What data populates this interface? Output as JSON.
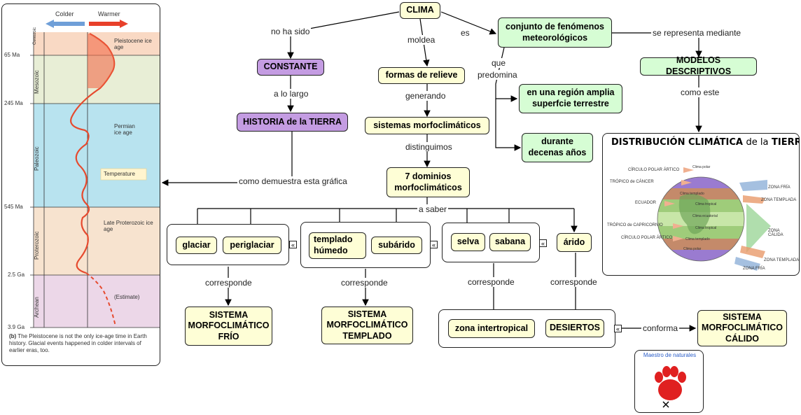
{
  "nodes": {
    "clima": "CLIMA",
    "conjunto": "conjunto de fenómenos meteorológicos",
    "constante": "CONSTANTE",
    "formas": "formas de relieve",
    "historia": "HISTORIA de la TIERRA",
    "sistemas": "sistemas morfoclimáticos",
    "dominios": "7 dominios morfoclimáticos",
    "modelos": "MODELOS DESCRIPTIVOS",
    "region": "en una región amplia superfcie terrestre",
    "decenas": "durante decenas años",
    "glaciar": "glaciar",
    "periglaciar": "periglaciar",
    "templado_humedo": "templado húmedo",
    "subarido": "subárido",
    "selva": "selva",
    "sabana": "sabana",
    "arido": "árido",
    "frio": "SISTEMA MORFOCLIMÁTICO FRÍO",
    "templado": "SISTEMA MORFOCLIMÁTICO TEMPLADO",
    "intertropical": "zona intertropical",
    "desiertos": "DESIERTOS",
    "calido": "SISTEMA MORFOCLIMÁTICO CÁLIDO"
  },
  "links": {
    "no_ha_sido": "no ha sido",
    "moldea": "moldea",
    "es": "es",
    "se_representa": "se representa mediante",
    "a_lo_largo": "a lo largo",
    "generando": "generando",
    "que_predomina_1": "que",
    "que_predomina_2": "predomina",
    "como_este": "como este",
    "distinguimos": "distinguimos",
    "como_demuestra": "como demuestra esta gráfica",
    "a_saber": "a saber",
    "corresponde": "corresponde",
    "conforma": "conforma"
  },
  "expand_icon": "«",
  "timeline": {
    "colder": "Colder",
    "warmer": "Warmer",
    "ages": [
      "65 Ma",
      "245 Ma",
      "545 Ma",
      "2.5 Ga",
      "3.9 Ga"
    ],
    "eras": [
      "Cenozoic",
      "Mesozoic",
      "Paleozoic",
      "Proterozoic",
      "Archean"
    ],
    "era_colors": [
      "#f9d9c4",
      "#e8eed6",
      "#b8e3ef",
      "#f7e3cf",
      "#ecd7e8"
    ],
    "annotations": {
      "pleistocene": "Pleistocene ice age",
      "permian": "Permian ice age",
      "temperature": "Temperature",
      "late_proterozoic": "Late Proterozoic ice age",
      "estimate": "(Estimate)"
    },
    "caption_b": "(b)",
    "caption": "The Pleistocene is not the only ice-age time in Earth history. Glacial events happened in colder intervals of earlier eras, too."
  },
  "map": {
    "title_a": "DISTRIBUCIÓN CLIMÁTICA",
    "title_b": "de la",
    "title_c": "TIERRA",
    "left_labels": [
      "CÍRCULO POLAR ÁRTICO",
      "TRÓPICO de CÁNCER",
      "ECUADOR",
      "TRÓPICO de CAPRICORNIO",
      "CÍRCULO POLAR ÁRTICO"
    ],
    "right_labels": [
      "ZONA FRÍA",
      "ZONA TEMPLADA",
      "ZONA CÁLIDA",
      "ZONA TEMPLADA",
      "ZONA FRÍA"
    ],
    "bands": [
      "Clima polar",
      "Clima templado",
      "Clima tropical",
      "Clima ecuatorial",
      "Clima tropical",
      "Clima templado",
      "Clima polar"
    ]
  },
  "logo": {
    "text": "Maestro de naturales"
  }
}
